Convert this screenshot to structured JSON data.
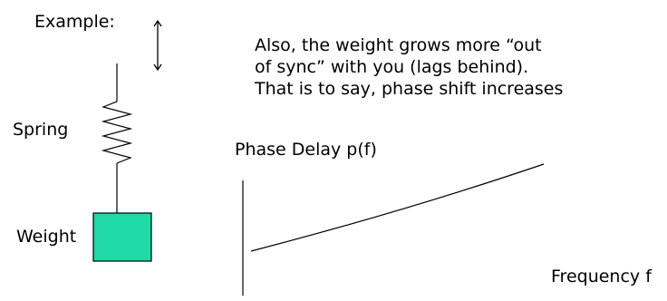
{
  "labels": {
    "example": "Example:",
    "spring": "Spring",
    "weight": "Weight"
  },
  "explanation": {
    "lines": [
      "Also, the weight grows more “out",
      "of sync” with you (lags behind).",
      "That is to say, phase shift increases"
    ]
  },
  "graph": {
    "y_axis_label": "Phase Delay p(f)",
    "x_axis_label": "Frequency f"
  },
  "colors": {
    "weight_fill": "#1FD9A6",
    "stroke": "#000000"
  }
}
